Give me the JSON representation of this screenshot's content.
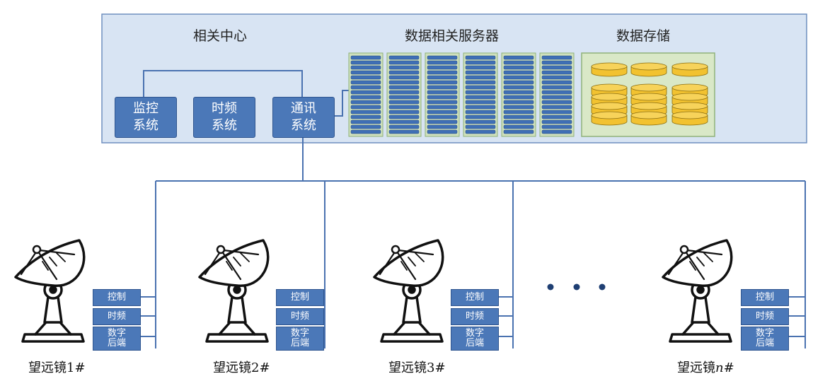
{
  "center": {
    "headings": {
      "correlation_center": "相关中心",
      "correlation_servers": "数据相关服务器",
      "data_storage": "数据存储"
    },
    "systems": [
      {
        "line1": "监控",
        "line2": "系统"
      },
      {
        "line1": "时频",
        "line2": "系统"
      },
      {
        "line1": "通讯",
        "line2": "系统"
      }
    ]
  },
  "telescopes": [
    {
      "prefix": "望远镜",
      "index": "1",
      "suffix": "#",
      "italic": false
    },
    {
      "prefix": "望远镜",
      "index": "2",
      "suffix": "#",
      "italic": false
    },
    {
      "prefix": "望远镜",
      "index": "3",
      "suffix": "#",
      "italic": false
    },
    {
      "prefix": "望远镜",
      "index": "n",
      "suffix": "#",
      "italic": true
    }
  ],
  "telescope_modules": {
    "control": "控制",
    "timefreq": "时频",
    "backend_line1": "数字",
    "backend_line2": "后端"
  },
  "colors": {
    "panel_fill": "#d8e4f3",
    "panel_border": "#6f8fbf",
    "box_fill": "#4b78b8",
    "line": "#4a72b0",
    "server_panel": "#cfe0bd",
    "server_bar": "#3f6fb5",
    "storage_panel": "#d9e8c7",
    "disk": "#f2c230"
  }
}
